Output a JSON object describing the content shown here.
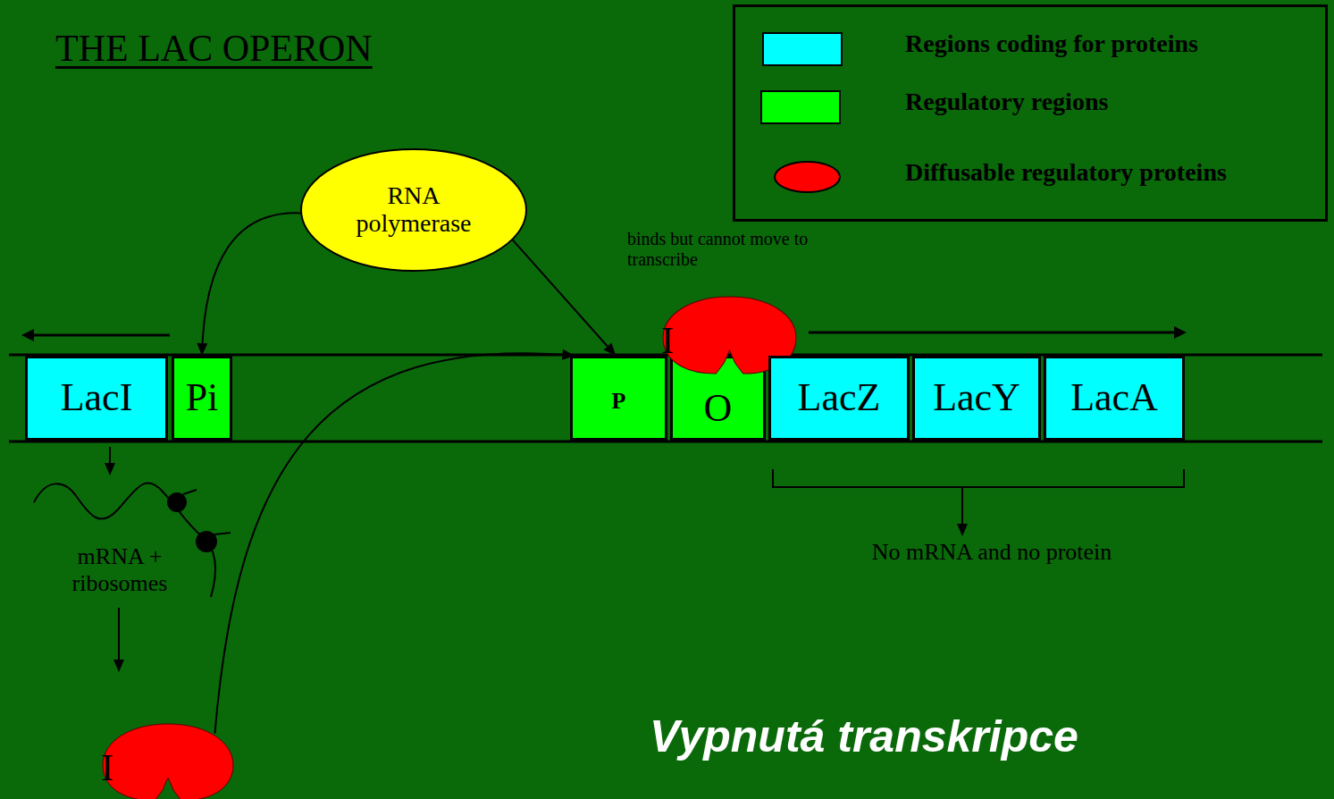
{
  "diagram": {
    "title": "THE LAC OPERON",
    "caption": "Vypnutá transkripce",
    "nodes": [
      {
        "text": [
          "RNA polymerase"
        ]
      },
      {
        "text": [
          "LacI"
        ]
      },
      {
        "text": [
          "Pi"
        ]
      },
      {
        "text": [
          "P"
        ]
      },
      {
        "text": [
          "O"
        ]
      },
      {
        "text": [
          "I"
        ]
      },
      {
        "text": [
          "LacZ"
        ]
      },
      {
        "text": [
          "LacY"
        ]
      },
      {
        "text": [
          "LacA"
        ]
      },
      {
        "text": [
          "I"
        ]
      }
    ],
    "edges": [
      {
        "from": 0,
        "to": 2,
        "arrow": "to"
      },
      {
        "from": 0,
        "to": 3,
        "label": "binds but cannot move to transcribe",
        "arrow": "to"
      },
      {
        "from": 9,
        "to": 3,
        "arrow": "to"
      }
    ],
    "labels": [
      "mRNA + ribosomes",
      "No mRNA and no protein"
    ],
    "legend": [
      {
        "text": "Regions coding for proteins",
        "color": "#00ffff"
      },
      {
        "text": "Regulatory regions",
        "color": "#00ff00"
      },
      {
        "text": "Diffusable regulatory proteins",
        "color": "#ff0000"
      }
    ]
  }
}
